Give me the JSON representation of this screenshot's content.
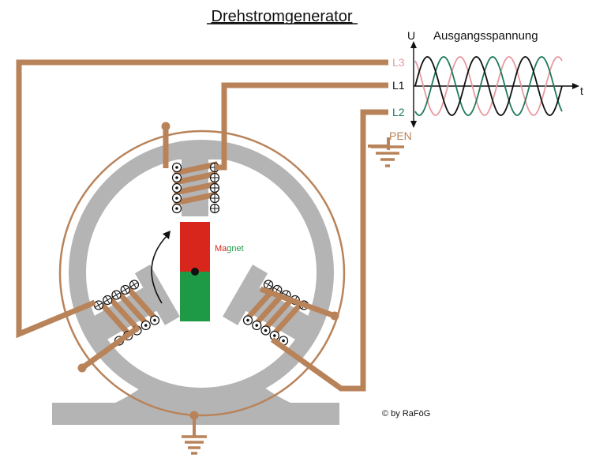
{
  "title": "Drehstromgenerator",
  "graph": {
    "y_axis_label": "U",
    "title": "Ausgangsspannung",
    "x_axis_label": "t"
  },
  "lines": {
    "l3": "L3",
    "l1": "L1",
    "l2": "L2",
    "pen": "PEN"
  },
  "magnet": {
    "label_red": "Ma",
    "label_green": "gnet"
  },
  "copyright": "© by RaFöG",
  "colors": {
    "copper": "#b9835a",
    "stator": "#b4b4b4",
    "magnet_north": "#d9261c",
    "magnet_south": "#1e9a46",
    "l3_wave": "#e79aa2",
    "l1_wave": "#111111",
    "l2_wave": "#1f7a5a"
  }
}
